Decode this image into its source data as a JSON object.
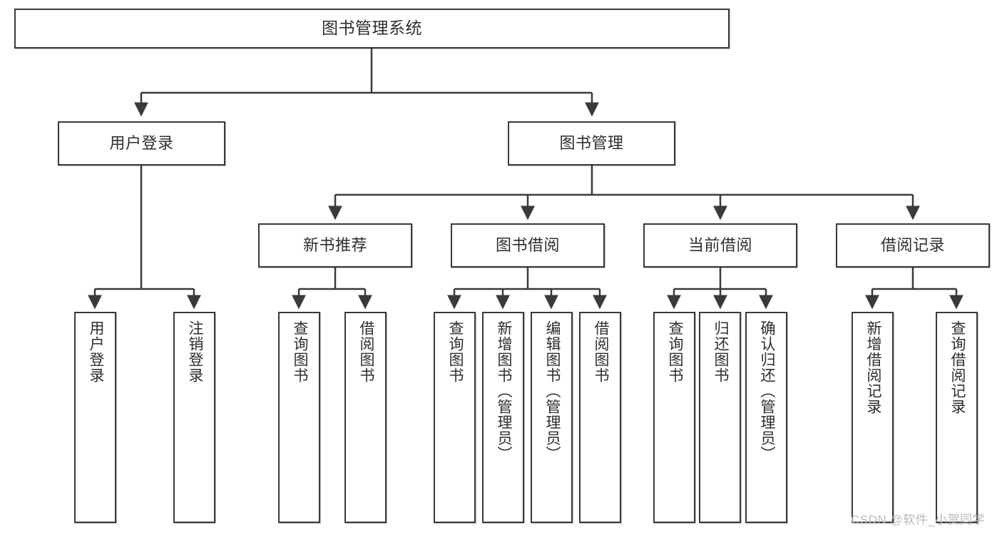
{
  "diagram": {
    "title": "图书管理系统",
    "type": "hierarchy-tree",
    "root": {
      "id": "root",
      "label": "图书管理系统"
    },
    "level2": [
      {
        "id": "user-login",
        "label": "用户登录"
      },
      {
        "id": "book-manage",
        "label": "图书管理"
      }
    ],
    "level3": [
      {
        "id": "new-book-rec",
        "label": "新书推荐"
      },
      {
        "id": "book-borrow",
        "label": "图书借阅"
      },
      {
        "id": "current-borrow",
        "label": "当前借阅"
      },
      {
        "id": "borrow-record",
        "label": "借阅记录"
      }
    ],
    "leaves": {
      "user_login": [
        {
          "id": "leaf-user-login",
          "label": "用户登录"
        },
        {
          "id": "leaf-user-logout",
          "label": "注销登录"
        }
      ],
      "new_book_rec": [
        {
          "id": "leaf-query-book-1",
          "label": "查询图书"
        },
        {
          "id": "leaf-borrow-book-1",
          "label": "借阅图书"
        }
      ],
      "book_borrow": [
        {
          "id": "leaf-query-book-2",
          "label": "查询图书"
        },
        {
          "id": "leaf-add-book",
          "label": "新增图书（管理员）"
        },
        {
          "id": "leaf-edit-book",
          "label": "编辑图书（管理员）"
        },
        {
          "id": "leaf-borrow-book-2",
          "label": "借阅图书"
        }
      ],
      "current_borrow": [
        {
          "id": "leaf-query-book-3",
          "label": "查询图书"
        },
        {
          "id": "leaf-return-book",
          "label": "归还图书"
        },
        {
          "id": "leaf-confirm-return",
          "label": "确认归还（管理员）"
        }
      ],
      "borrow_record": [
        {
          "id": "leaf-add-record",
          "label": "新增借阅记录"
        },
        {
          "id": "leaf-query-record",
          "label": "查询借阅记录"
        }
      ]
    },
    "colors": {
      "stroke": "#3a3a3a",
      "fill": "#ffffff",
      "text": "#2e2e2e",
      "watermark": "#b9b9b9"
    }
  },
  "watermark": {
    "text": "CSDN @软件_小贺同学"
  }
}
